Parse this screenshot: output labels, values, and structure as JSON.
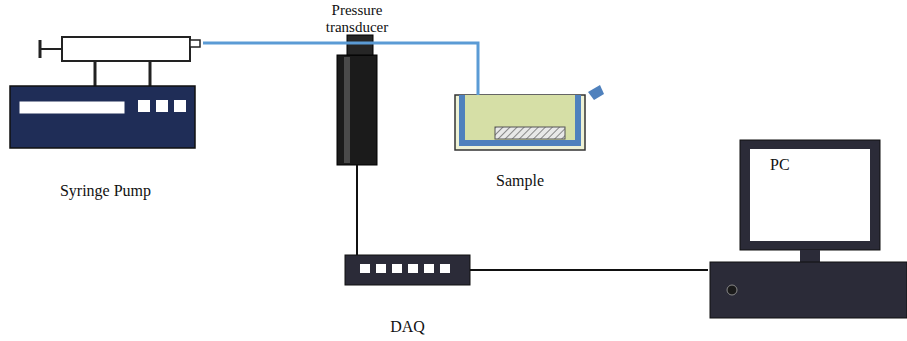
{
  "diagram": {
    "nodes": [
      {
        "text": [
          "Syringe Pump"
        ]
      },
      {
        "text": [
          "Pressure transducer"
        ]
      },
      {
        "text": [
          "Sample"
        ]
      },
      {
        "text": [
          "DAQ"
        ]
      },
      {
        "text": [
          "PC"
        ]
      }
    ],
    "edges": [
      {
        "from": 0,
        "to": 1,
        "arrow": "none"
      },
      {
        "from": 1,
        "to": 2,
        "arrow": "none"
      },
      {
        "from": 1,
        "to": 3,
        "arrow": "none"
      },
      {
        "from": 3,
        "to": 4,
        "arrow": "none"
      }
    ]
  }
}
